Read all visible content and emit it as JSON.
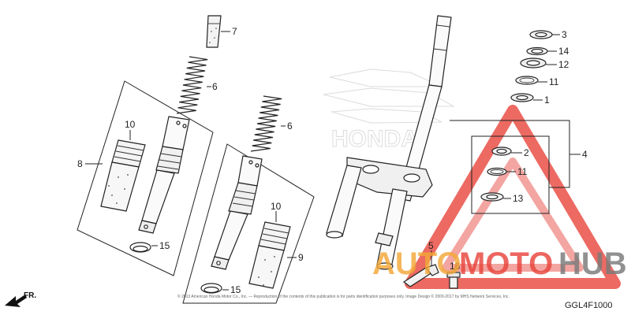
{
  "diagram_code": "GGL4F1000",
  "direction_label": "FR.",
  "copyright_text": "© 2013 American Honda Motor Co., Inc. — Reproduction of the contents of this publication is for parts identification purposes only. Image Design © 2000-2017 by MHS Network Services, Inc.",
  "watermark": {
    "text_auto": "AUTO",
    "text_moto": "MOTO",
    "text_hub": "HUB",
    "brand_outline": "HONDA"
  },
  "colors": {
    "watermark_orange": "#f4a838",
    "watermark_red": "#e8453c",
    "watermark_gray": "#7a7a7a",
    "ink": "#222222"
  },
  "callouts": {
    "c1": "1",
    "c2": "2",
    "c3": "3",
    "c4": "4",
    "c5": "5",
    "c6a": "6",
    "c6b": "6",
    "c7": "7",
    "c8": "8",
    "c9": "9",
    "c10a": "10",
    "c10b": "10",
    "c11a": "11",
    "c11b": "11",
    "c12": "12",
    "c13": "13",
    "c14": "14",
    "c15a": "15",
    "c15b": "15",
    "c16": "16"
  }
}
